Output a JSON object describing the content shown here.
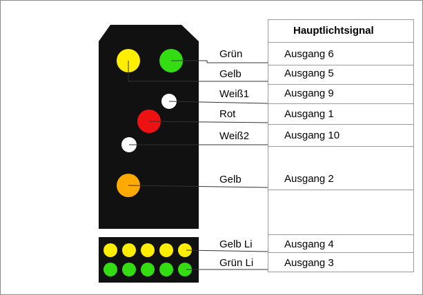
{
  "table": {
    "header": "Hauptlichtsignal"
  },
  "colors": {
    "green": "#33dd11",
    "yellow": "#ffee00",
    "white": "#ffffff",
    "red": "#ee1111",
    "orange": "#ffaa00",
    "housing": "#111111"
  },
  "signals": [
    {
      "id": "gruen",
      "label": "Grün",
      "output": "Ausgang 6"
    },
    {
      "id": "gelb-top",
      "label": "Gelb",
      "output": "Ausgang 5"
    },
    {
      "id": "weiss1",
      "label": "Weiß1",
      "output": "Ausgang 9"
    },
    {
      "id": "rot",
      "label": "Rot",
      "output": "Ausgang 1"
    },
    {
      "id": "weiss2",
      "label": "Weiß2",
      "output": "Ausgang 10"
    },
    {
      "id": "gelb",
      "label": "Gelb",
      "output": "Ausgang 2"
    },
    {
      "id": "gelb-li",
      "label": "Gelb Li",
      "output": "Ausgang 4"
    },
    {
      "id": "gruen-li",
      "label": "Grün Li",
      "output": "Ausgang 3"
    }
  ]
}
